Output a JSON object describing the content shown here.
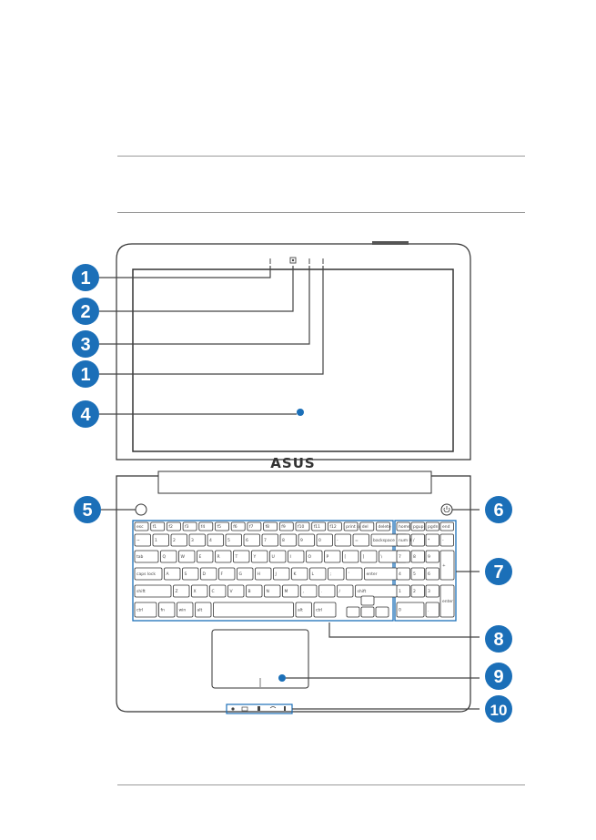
{
  "brand": {
    "logo_text": "ASUS"
  },
  "callouts": [
    {
      "number": "1",
      "target": "microphone-left"
    },
    {
      "number": "2",
      "target": "camera"
    },
    {
      "number": "3",
      "target": "camera-indicator"
    },
    {
      "number": "1",
      "target": "microphone-right"
    },
    {
      "number": "4",
      "target": "display-panel"
    },
    {
      "number": "5",
      "target": "left-round-button"
    },
    {
      "number": "6",
      "target": "power-button"
    },
    {
      "number": "7",
      "target": "numeric-keypad"
    },
    {
      "number": "8",
      "target": "keyboard"
    },
    {
      "number": "9",
      "target": "touchpad"
    },
    {
      "number": "10",
      "target": "status-indicators"
    }
  ],
  "keyboard": {
    "fn_row": [
      "esc",
      "f1",
      "f2",
      "f3",
      "f4",
      "f5",
      "f6",
      "f7",
      "f8",
      "f9",
      "f10",
      "f11",
      "f12",
      "print sc",
      "del",
      "delete"
    ],
    "number_row": [
      "~",
      "1",
      "2",
      "3",
      "4",
      "5",
      "6",
      "7",
      "8",
      "9",
      "0",
      "-",
      "=",
      "backspace"
    ],
    "top_row": [
      "tab",
      "Q",
      "W",
      "E",
      "R",
      "T",
      "Y",
      "U",
      "I",
      "O",
      "P",
      "[",
      "]",
      "\\"
    ],
    "home_row": [
      "caps lock",
      "A",
      "S",
      "D",
      "F",
      "G",
      "H",
      "J",
      "K",
      "L",
      ";",
      "'",
      "enter"
    ],
    "bottom_row": [
      "shift",
      "Z",
      "X",
      "C",
      "V",
      "B",
      "N",
      "M",
      ",",
      ".",
      "/",
      "shift"
    ],
    "space_row": [
      "ctrl",
      "fn",
      "win",
      "alt",
      "",
      "alt",
      "ctrl"
    ],
    "numpad_top": [
      "home",
      "pgup",
      "pgdn",
      "end"
    ],
    "numpad_r1": [
      "num lk",
      "/",
      "*",
      "-"
    ],
    "numpad_r2": [
      "7",
      "8",
      "9",
      "+"
    ],
    "numpad_r3": [
      "4",
      "5",
      "6"
    ],
    "numpad_r4": [
      "1",
      "2",
      "3",
      "enter"
    ],
    "numpad_r5": [
      "0",
      "."
    ]
  },
  "colors": {
    "accent": "#1b6fb8",
    "line": "#444444",
    "outline": "#333333",
    "rule": "#9a9a9a"
  }
}
